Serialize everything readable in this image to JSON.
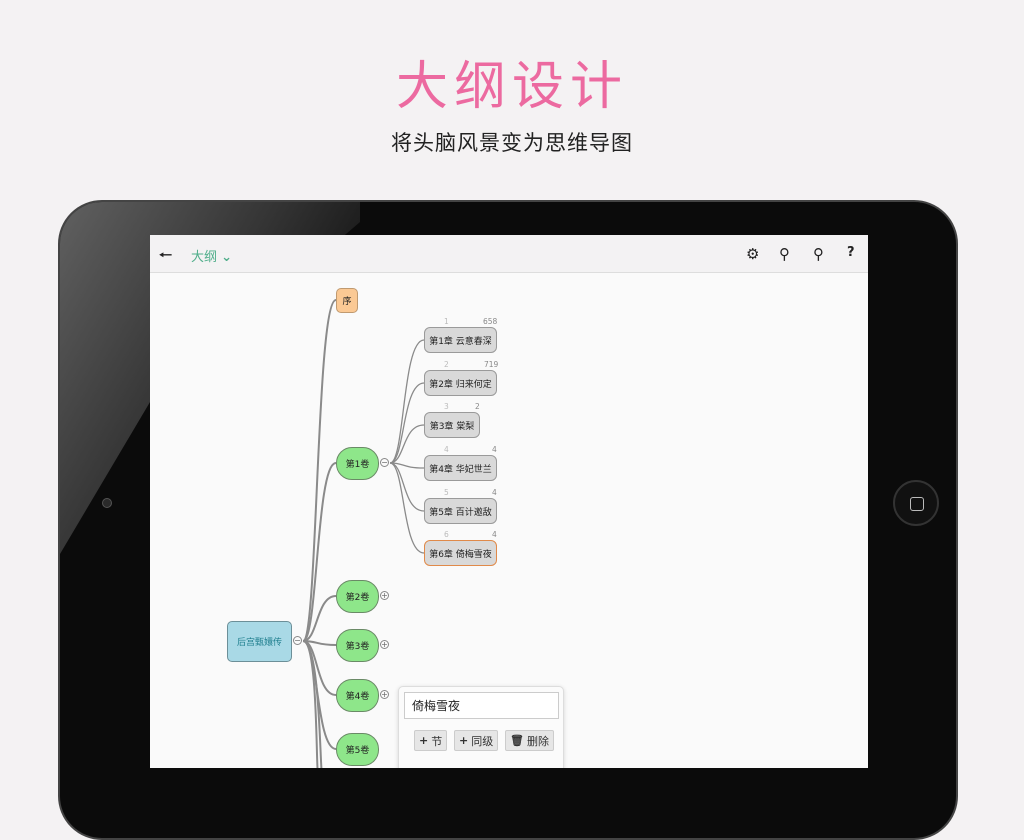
{
  "promo": {
    "title": "大纲设计",
    "subtitle": "将头脑风景变为思维导图"
  },
  "header": {
    "back_icon": "arrow-left-icon",
    "menu_label": "大纲",
    "icons": [
      "gear-icon",
      "zoom-out-icon",
      "zoom-in-icon",
      "help-icon"
    ],
    "help_label": "?"
  },
  "mindmap": {
    "root": "后宫甄嬛传",
    "preface": "序",
    "volumes": [
      "第1卷",
      "第2卷",
      "第3卷",
      "第4卷",
      "第5卷"
    ],
    "chapters": [
      {
        "label": "第1章  云意春深",
        "index": "1",
        "count": "658"
      },
      {
        "label": "第2章  归来何定",
        "index": "2",
        "count": "719"
      },
      {
        "label": "第3章  棠梨",
        "index": "3",
        "count": "2"
      },
      {
        "label": "第4章  华妃世兰",
        "index": "4",
        "count": "4"
      },
      {
        "label": "第5章  百计邀敌",
        "index": "5",
        "count": "4"
      },
      {
        "label": "第6章  倚梅雪夜",
        "index": "6",
        "count": "4",
        "selected": true
      }
    ]
  },
  "popup": {
    "value": "倚梅雪夜",
    "add_child": "节",
    "add_sibling": "同级",
    "delete": "删除"
  },
  "colors": {
    "title": "#ec6aa0",
    "volume": "#8ee68a",
    "root": "#a9d9e6",
    "preface": "#fbc994",
    "selected_border": "#e08a4a"
  }
}
